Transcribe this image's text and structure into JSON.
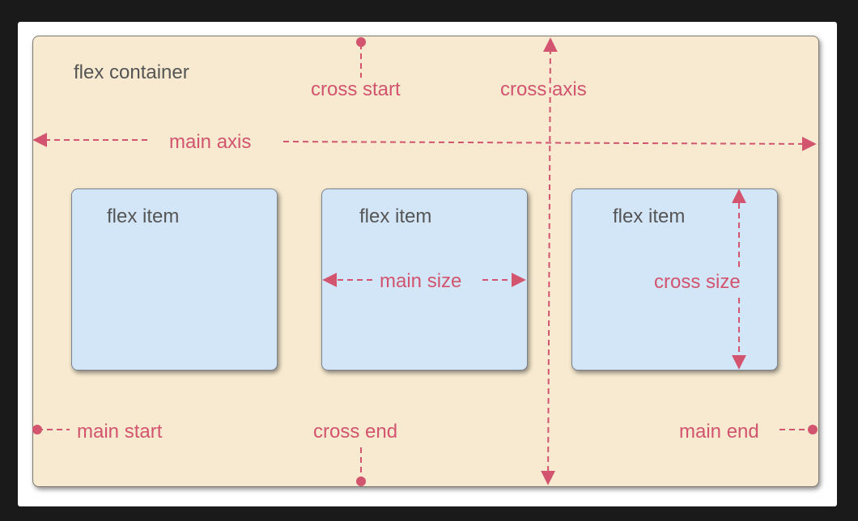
{
  "diagram": {
    "container_label": "flex container",
    "item_label": "flex item",
    "labels": {
      "cross_start": "cross start",
      "cross_axis": "cross axis",
      "main_axis": "main axis",
      "main_size": "main size",
      "cross_size": "cross size",
      "main_start": "main start",
      "cross_end": "cross end",
      "main_end": "main end"
    },
    "colors": {
      "container_fill": "#f7ead0",
      "item_fill": "#d3e6f8",
      "annotation": "#d2546e",
      "text": "#555555"
    }
  }
}
